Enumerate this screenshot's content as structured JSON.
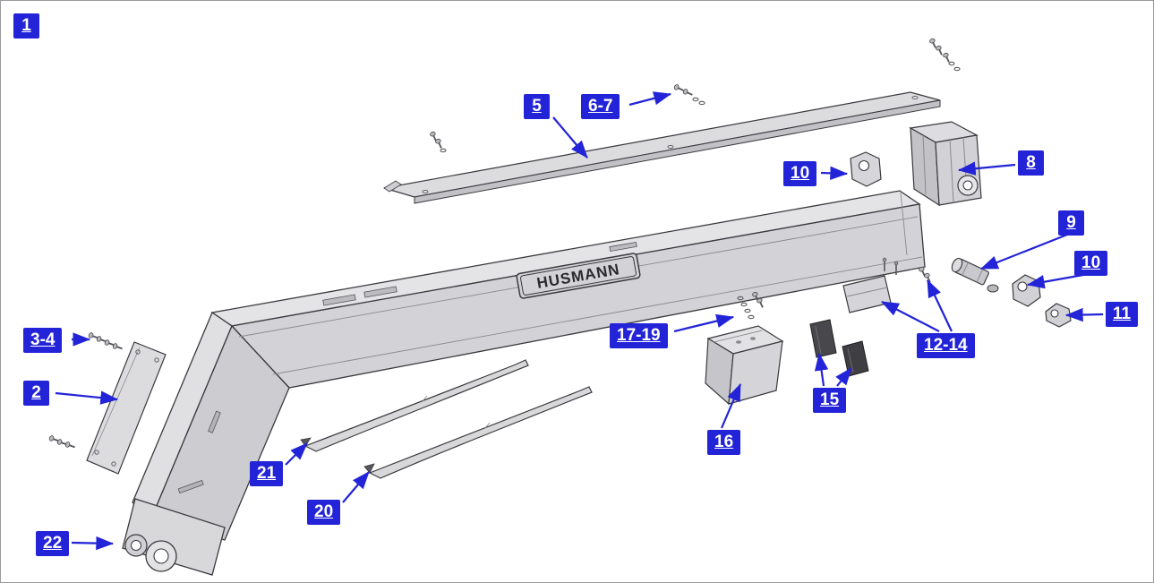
{
  "diagram": {
    "brand": "HUSMANN",
    "colors": {
      "callout_bg": "#2323d8",
      "callout_text": "#ffffff",
      "leader_line": "#2323d8",
      "part_fill": "#d6d6da",
      "part_dark": "#47474c",
      "outline": "#3a3a3e",
      "background": "#ffffff"
    },
    "callouts": [
      {
        "id": "1",
        "text": "1"
      },
      {
        "id": "2",
        "text": "2"
      },
      {
        "id": "3-4",
        "text": "3-4"
      },
      {
        "id": "5",
        "text": "5"
      },
      {
        "id": "6-7",
        "text": "6-7"
      },
      {
        "id": "8",
        "text": "8"
      },
      {
        "id": "9",
        "text": "9"
      },
      {
        "id": "10-top",
        "text": "10"
      },
      {
        "id": "10-right",
        "text": "10"
      },
      {
        "id": "11",
        "text": "11"
      },
      {
        "id": "12-14",
        "text": "12-14"
      },
      {
        "id": "15",
        "text": "15"
      },
      {
        "id": "16",
        "text": "16"
      },
      {
        "id": "17-19",
        "text": "17-19"
      },
      {
        "id": "20",
        "text": "20"
      },
      {
        "id": "21",
        "text": "21"
      },
      {
        "id": "22",
        "text": "22"
      }
    ]
  }
}
